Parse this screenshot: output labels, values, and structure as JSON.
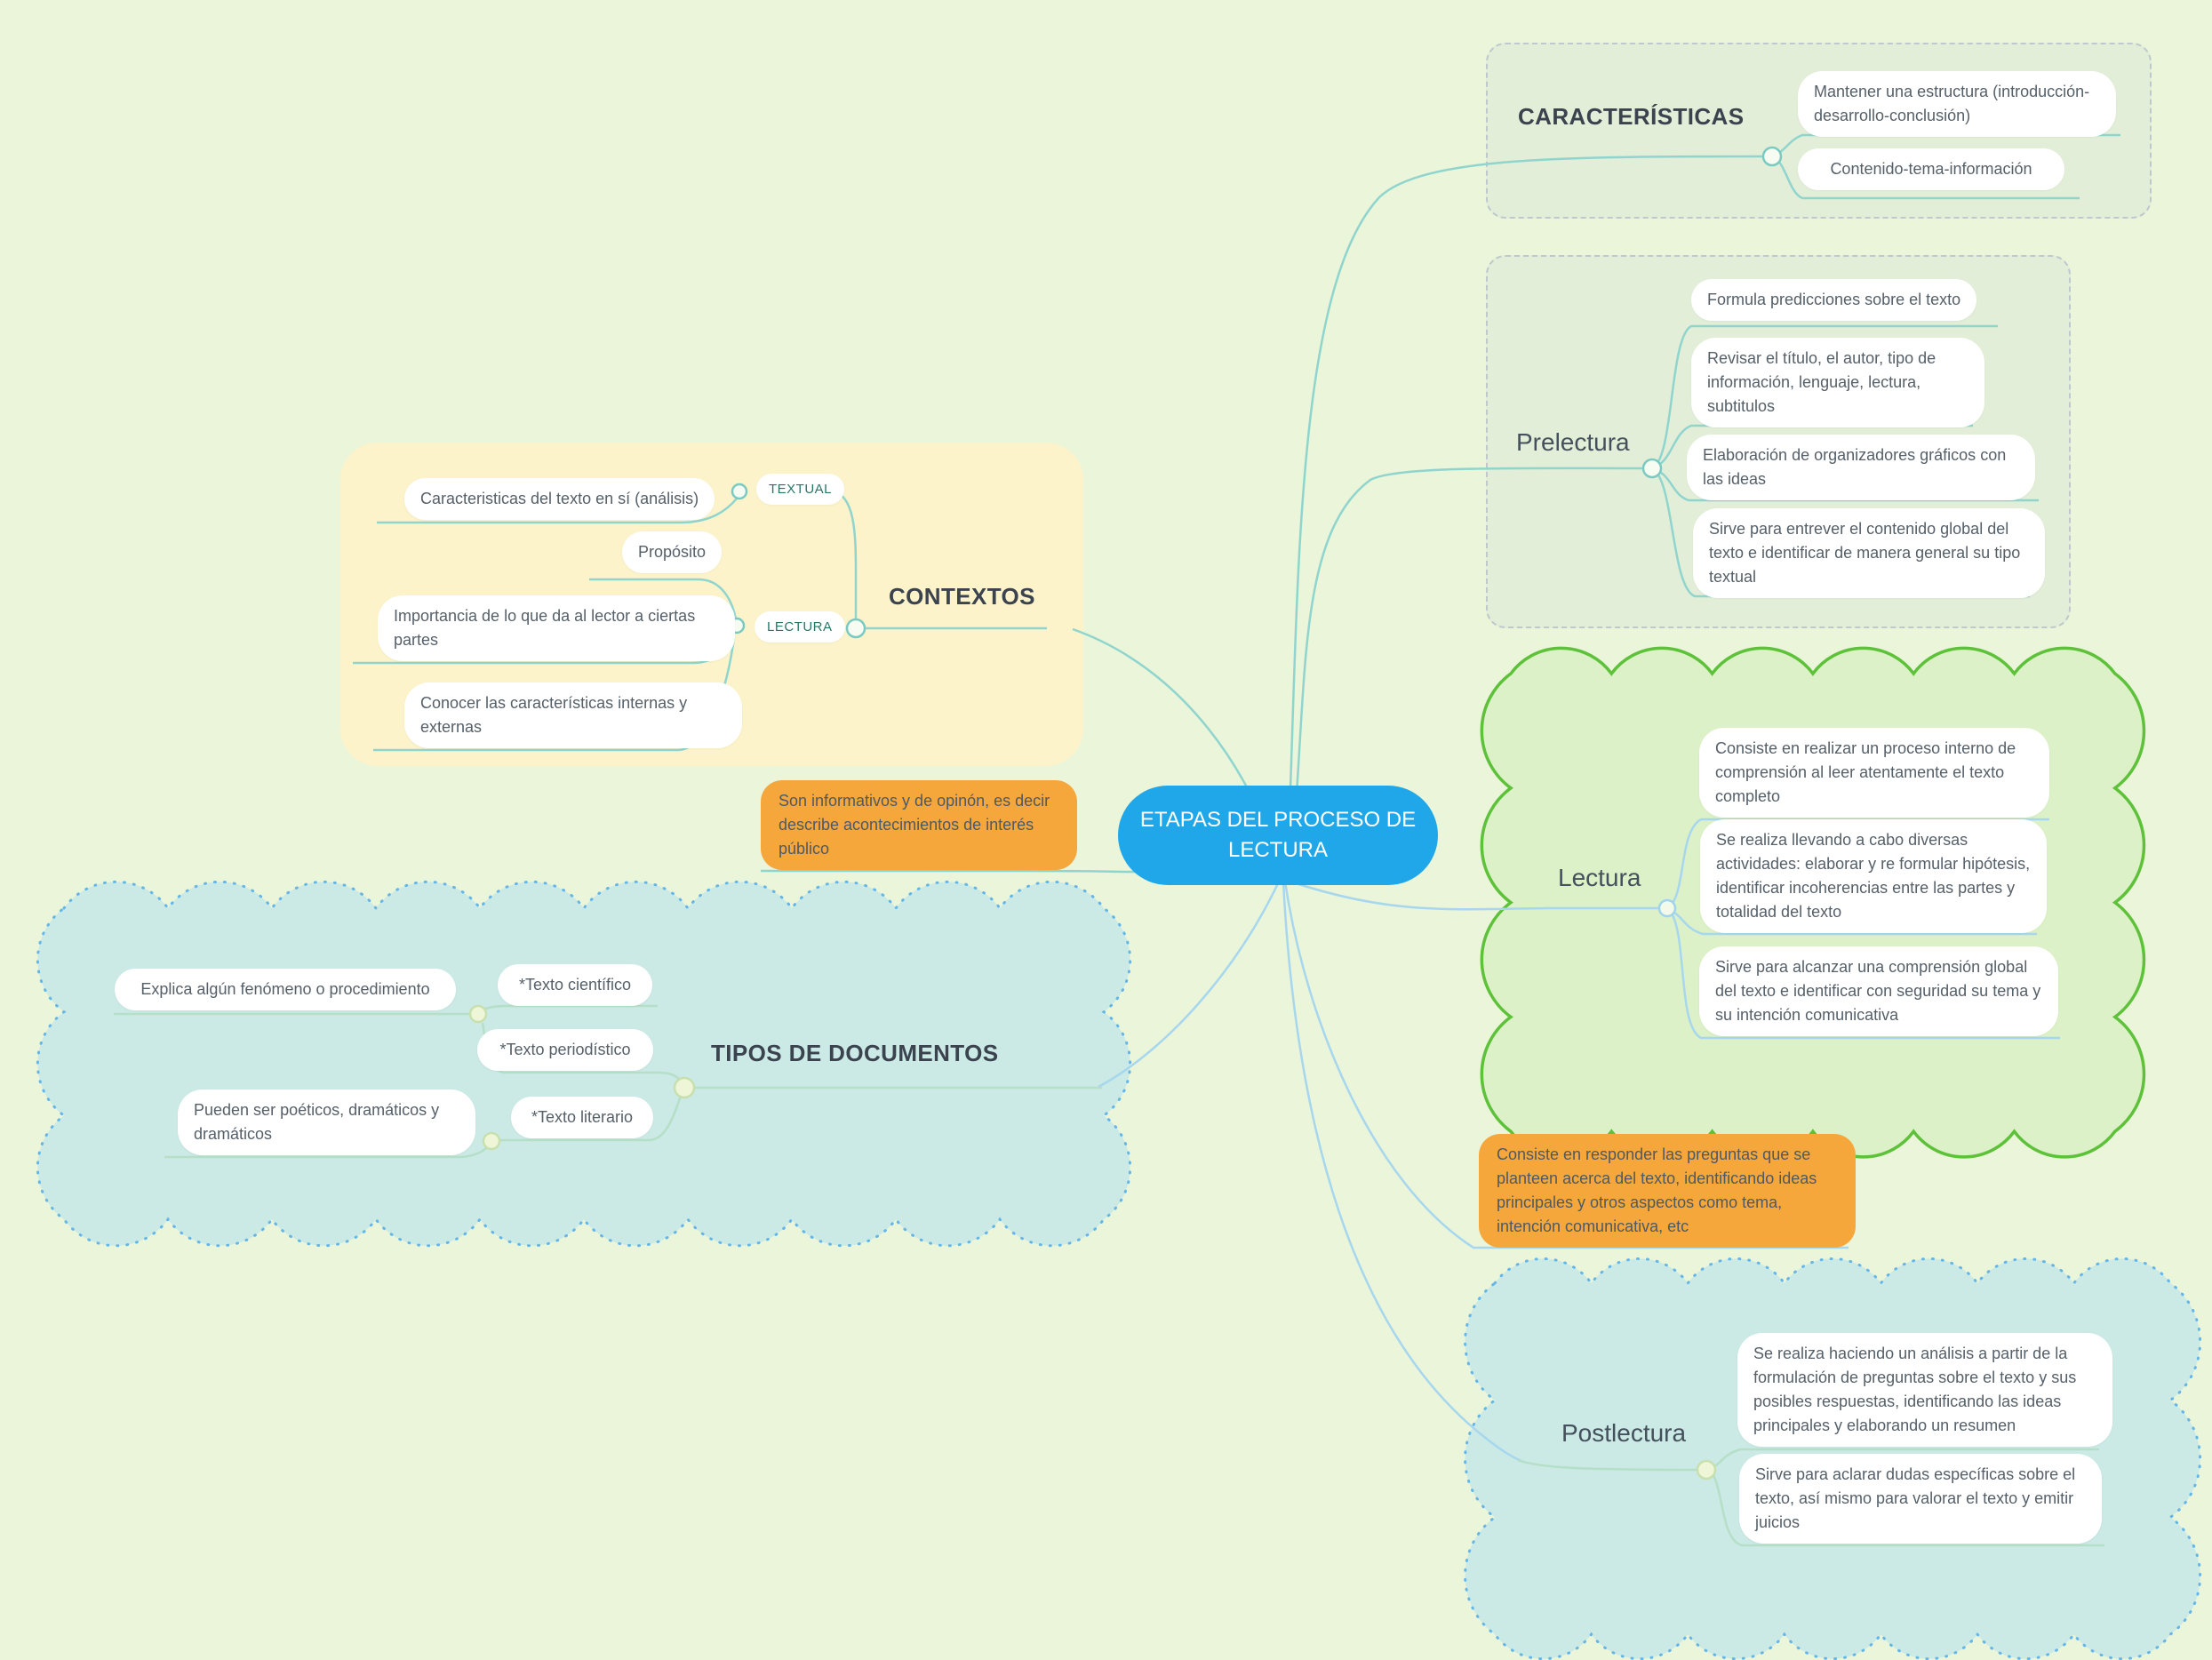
{
  "center": {
    "title": "ETAPAS DEL PROCESO DE LECTURA"
  },
  "caracteristicas": {
    "title": "CARACTERÍSTICAS",
    "items": [
      "Mantener una estructura (introducción-desarrollo-conclusión)",
      "Contenido-tema-información"
    ]
  },
  "prelectura": {
    "label": "Prelectura",
    "items": [
      "Formula predicciones sobre el texto",
      "Revisar el título, el autor, tipo de información, lenguaje, lectura, subtitulos",
      "Elaboración de organizadores gráficos con las ideas",
      "Sirve para entrever el contenido global del texto e identificar de manera general su tipo textual"
    ]
  },
  "contextos": {
    "title": "CONTEXTOS",
    "textual_label": "TEXTUAL",
    "lectura_label": "LECTURA",
    "textual_item": "Caracteristicas del texto en sí (análisis)",
    "lectura_items": [
      "Propósito",
      "Importancia de lo que da al lector a ciertas partes",
      "Conocer las características internas y externas"
    ]
  },
  "lectura": {
    "label": "Lectura",
    "items": [
      "Consiste en realizar un proceso interno de comprensión al leer atentamente el texto completo",
      "Se realiza llevando a cabo diversas actividades: elaborar y re formular hipótesis, identificar incoherencias entre las partes y totalidad del texto",
      "Sirve para alcanzar una comprensión global del texto e identificar con seguridad su tema y su intención comunicativa"
    ]
  },
  "tipos": {
    "title": "TIPOS DE DOCUMENTOS",
    "items": [
      "Explica algún fenómeno o procedimiento",
      "*Texto científico",
      "*Texto periodístico",
      "Pueden ser poéticos, dramáticos y dramáticos",
      "*Texto literario"
    ]
  },
  "postlectura": {
    "label": "Postlectura",
    "items": [
      "Se realiza haciendo un análisis a partir de la formulación de preguntas sobre el texto y sus posibles respuestas, identificando las ideas principales y elaborando un resumen",
      "Sirve para aclarar dudas específicas sobre el texto, así mismo para valorar el texto y emitir juicios"
    ]
  },
  "notes": {
    "contextos": "Son informativos y de opinón, es decir describe acontecimientos de interés público",
    "postlectura": "Consiste en responder las preguntas que se planteen acerca del texto, identificando ideas principales y otros aspectos como tema, intención comunicativa, etc"
  },
  "colors": {
    "background": "#eaf5da",
    "center_node": "#1fa7e9",
    "note_orange": "#f5a73b",
    "panel_green": "#e3eed8",
    "panel_yellow": "#fcf3cb",
    "cloud_green_fill": "#ddf1c8",
    "cloud_green_stroke": "#5ec13a",
    "cloud_blue_fill": "#cbe9e5",
    "cloud_blue_stroke": "#64b6e8",
    "line_teal": "#8fd5ce",
    "line_blue": "#a6d7ee",
    "line_green": "#b5dfc7",
    "text_dark": "#3a434e",
    "text_body": "#566069",
    "text_teal_label": "#2a7669"
  }
}
